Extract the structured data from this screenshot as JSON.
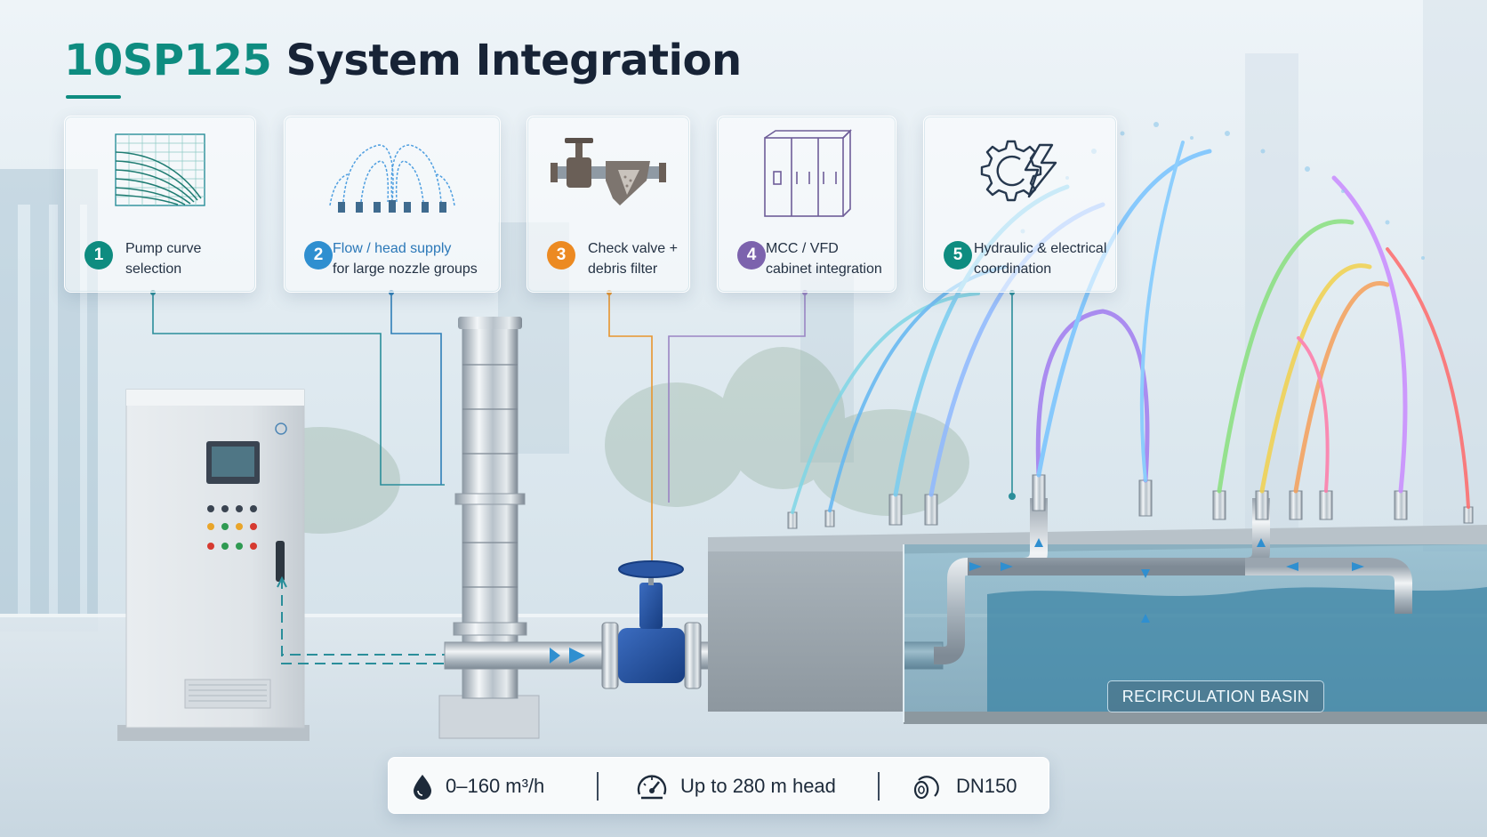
{
  "title": {
    "accent": "10SP125",
    "rest": "System Integration"
  },
  "colors": {
    "teal": "#0e8c80",
    "navy": "#172336",
    "blue": "#2f8fd0",
    "orange": "#ec8a22",
    "purple": "#7c63ad",
    "line_teal": "#2a8e9a",
    "line_orange": "#e8952e",
    "line_purple": "#9a85c4"
  },
  "cards": [
    {
      "number": "1",
      "line1": "Pump curve",
      "line2": "selection",
      "icon": "pump-curve-chart-icon"
    },
    {
      "number": "2",
      "line1": "Flow / head supply",
      "line2": "for large nozzle groups",
      "icon": "fountain-nozzles-icon"
    },
    {
      "number": "3",
      "line1": "Check valve +",
      "line2": "debris filter",
      "icon": "valve-filter-icon"
    },
    {
      "number": "4",
      "line1": "MCC / VFD",
      "line2": "cabinet integration",
      "icon": "control-cabinet-icon"
    },
    {
      "number": "5",
      "line1": "Hydraulic & electrical",
      "line2": "coordination",
      "icon": "gear-lightning-icon"
    }
  ],
  "stats": [
    {
      "text": "0–160 m³/h",
      "icon": "water-drop-icon"
    },
    {
      "text": "Up to 280 m head",
      "icon": "pressure-gauge-icon"
    },
    {
      "text": "DN150",
      "icon": "pipe-diameter-icon"
    }
  ],
  "basin_label": "RECIRCULATION BASIN"
}
